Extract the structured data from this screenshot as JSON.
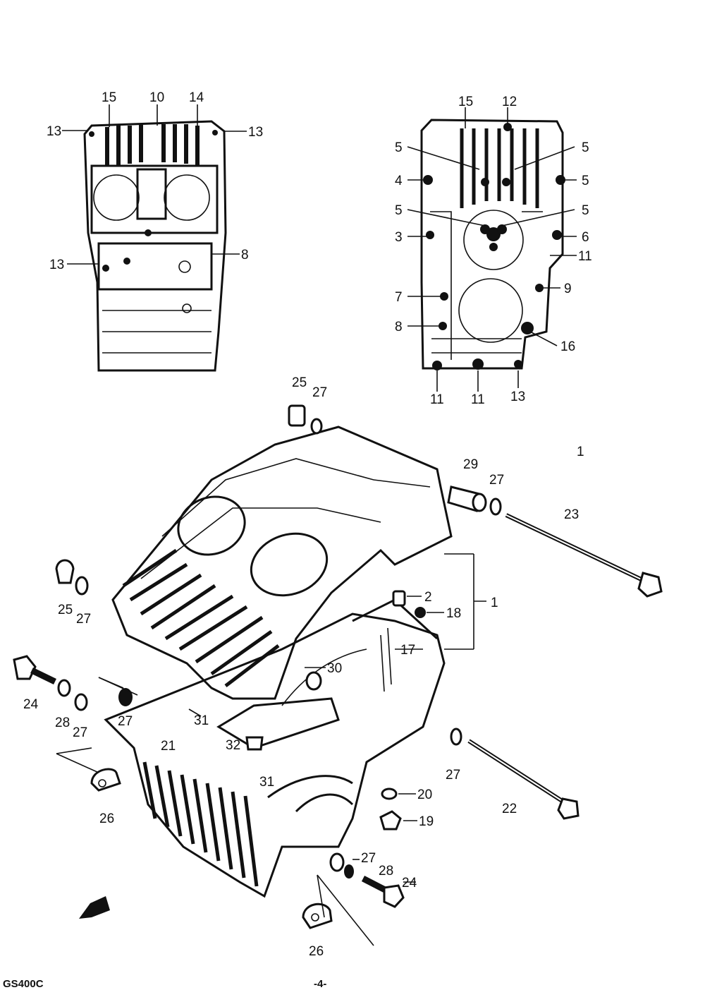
{
  "views": {
    "top_left_labels": [
      "15",
      "10",
      "14",
      "13",
      "13",
      "13",
      "8"
    ],
    "top_right_labels": [
      "15",
      "12",
      "5",
      "5",
      "4",
      "5",
      "5",
      "5",
      "3",
      "6",
      "11",
      "7",
      "9",
      "8",
      "16",
      "11",
      "11",
      "13"
    ]
  },
  "main_labels": {
    "l25a": "25",
    "l27a": "27",
    "l29": "29",
    "l27b": "27",
    "l23": "23",
    "l1top": "1",
    "l2": "2",
    "l18": "18",
    "l1": "1",
    "l17": "17",
    "l25b": "25",
    "l27c": "27",
    "l30": "30",
    "l24a": "24",
    "l28a": "28",
    "l27d": "27",
    "l27e": "27",
    "l31a": "31",
    "l21": "21",
    "l32": "32",
    "l31b": "31",
    "l26a": "26",
    "l27f": "27",
    "l22": "22",
    "l20": "20",
    "l19": "19",
    "l27g": "27",
    "l28b": "28",
    "l24b": "24",
    "l26b": "26"
  },
  "footer": {
    "model": "GS400C",
    "page": "-4-"
  }
}
